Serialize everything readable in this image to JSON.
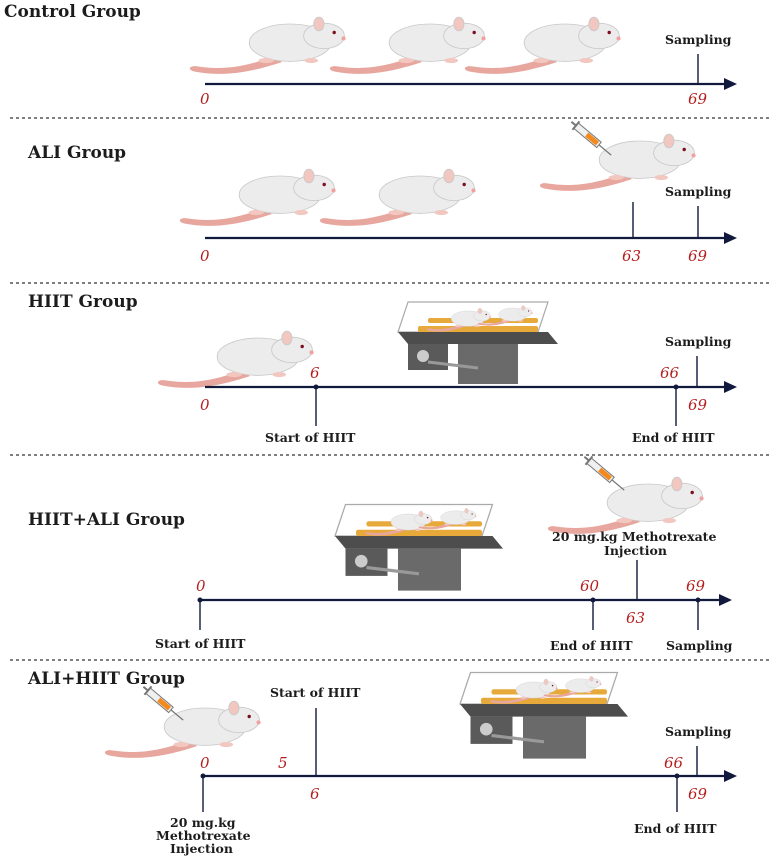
{
  "groups": [
    {
      "title": "Control Group",
      "start_num": "0",
      "end_num": "69",
      "sampling": "Sampling"
    },
    {
      "title": "ALI Group",
      "start_num": "0",
      "inject_num": "63",
      "end_num": "69",
      "sampling": "Sampling"
    },
    {
      "title": "HIIT Group",
      "start_num": "0",
      "hiit_start_num": "6",
      "hiit_end_num": "66",
      "end_num": "69",
      "sampling": "Sampling",
      "start_label": "Start of HIIT",
      "end_label": "End of HIIT"
    },
    {
      "title": "HIIT+ALI Group",
      "start_num": "0",
      "hiit_end_num": "60",
      "inject_num": "63",
      "end_num": "69",
      "sampling": "Sampling",
      "start_label": "Start of HIIT",
      "end_label": "End of HIIT",
      "inject_label_1": "20 mg.kg Methotrexate",
      "inject_label_2": "Injection"
    },
    {
      "title": "ALI+HIIT Group",
      "start_num": "0",
      "mid_num_a": "5",
      "mid_num_b": "6",
      "hiit_end_num": "66",
      "end_num": "69",
      "sampling": "Sampling",
      "start_label": "Start of HIIT",
      "end_label": "End of HIIT",
      "inject_label_1": "20 mg.kg",
      "inject_label_2": "Methotrexate",
      "inject_label_3": "Injection"
    }
  ],
  "colors": {
    "axis": "#111a3c",
    "numbers": "#b41e1e",
    "rat_body": "#ececec",
    "tail": "#e8a79e",
    "belt": "#e7a93a",
    "machine": "#5a5a5a"
  }
}
